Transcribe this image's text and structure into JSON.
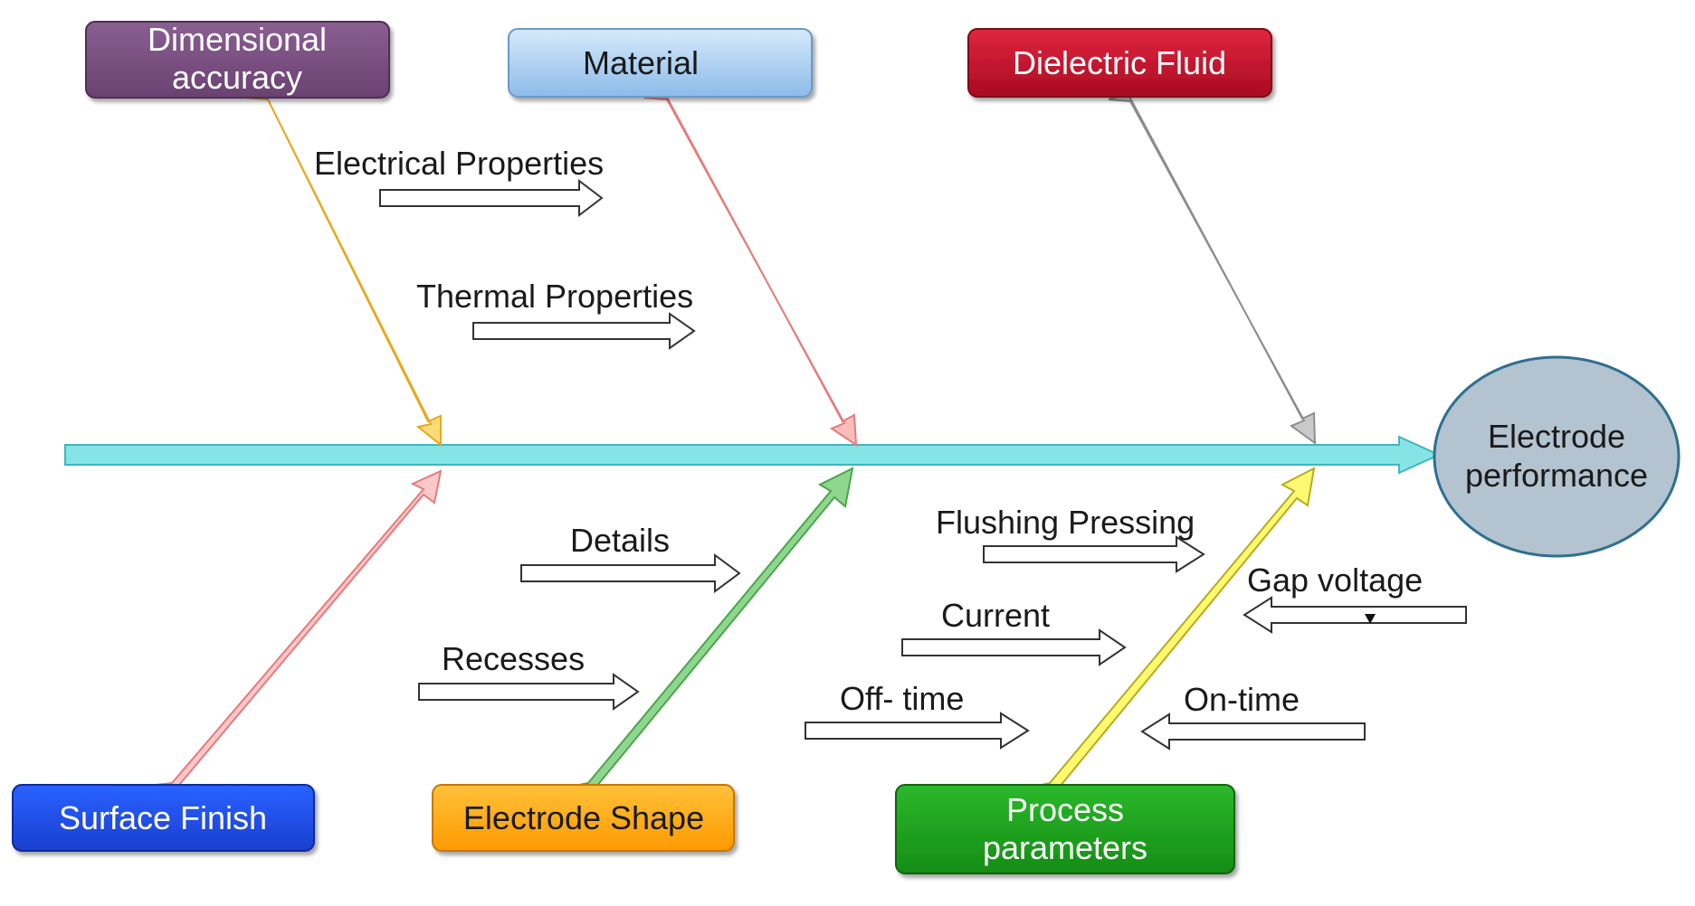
{
  "effect": {
    "line1": "Electrode",
    "line2": "performance"
  },
  "categories": {
    "dimensional_accuracy": {
      "line1": "Dimensional",
      "line2": "accuracy"
    },
    "material": "Material",
    "dielectric_fluid": "Dielectric Fluid",
    "surface_finish": "Surface Finish",
    "electrode_shape": "Electrode Shape",
    "process_parameters": {
      "line1": "Process",
      "line2": "parameters"
    }
  },
  "factors": {
    "electrical_properties": "Electrical Properties",
    "thermal_properties": "Thermal Properties",
    "details": "Details",
    "recesses": "Recesses",
    "flushing_pressing": "Flushing Pressing",
    "current": "Current",
    "off_time": "Off- time",
    "gap_voltage": "Gap voltage",
    "on_time": "On-time"
  },
  "colors": {
    "spine": "#7fe0e4",
    "dimensional_accuracy": "#7b4f83",
    "material": "#a9cdf0",
    "dielectric_fluid": "#c8102e",
    "surface_finish": "#1f4fe6",
    "electrode_shape": "#ffa500",
    "process_parameters": "#1fa21f",
    "effect_circle": "#b3c3cf"
  }
}
